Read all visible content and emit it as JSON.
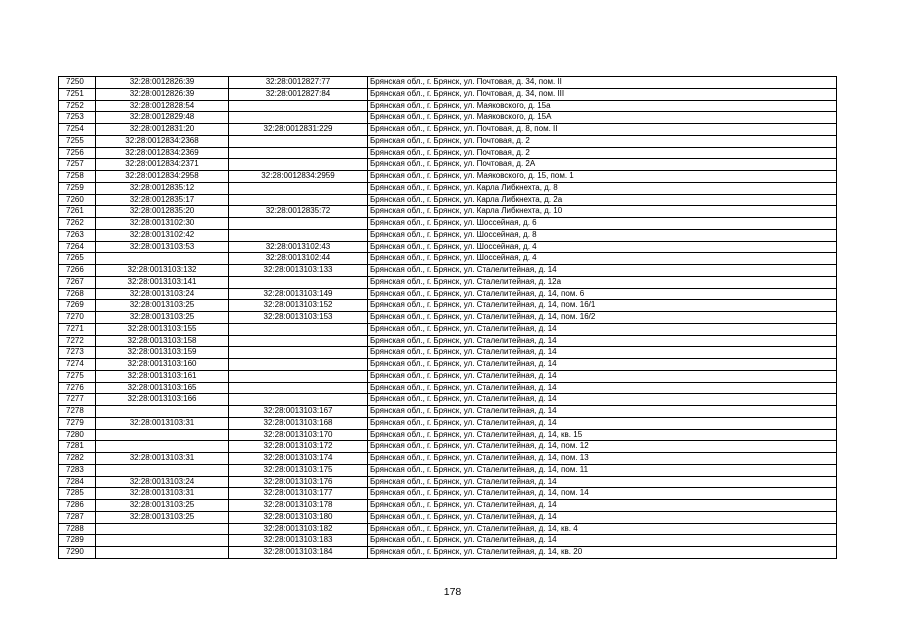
{
  "table": {
    "rows": [
      [
        "7250",
        "32:28:0012826:39",
        "32:28:0012827:77",
        "Брянская обл., г. Брянск, ул. Почтовая, д. 34, пом. II"
      ],
      [
        "7251",
        "32:28:0012826:39",
        "32:28:0012827:84",
        "Брянская обл., г. Брянск, ул. Почтовая, д. 34, пом. III"
      ],
      [
        "7252",
        "32:28:0012828:54",
        "",
        "Брянская обл., г. Брянск, ул. Маяковского, д. 15а"
      ],
      [
        "7253",
        "32:28:0012829:48",
        "",
        "Брянская обл., г. Брянск, ул. Маяковского, д. 15А"
      ],
      [
        "7254",
        "32:28:0012831:20",
        "32:28:0012831:229",
        "Брянская обл., г. Брянск, ул. Почтовая, д. 8, пом. II"
      ],
      [
        "7255",
        "32:28:0012834:2368",
        "",
        "Брянская обл., г. Брянск, ул. Почтовая, д. 2"
      ],
      [
        "7256",
        "32:28:0012834:2369",
        "",
        "Брянская обл., г. Брянск, ул. Почтовая, д. 2"
      ],
      [
        "7257",
        "32:28:0012834:2371",
        "",
        "Брянская обл., г. Брянск, ул. Почтовая, д. 2А"
      ],
      [
        "7258",
        "32:28:0012834:2958",
        "32:28:0012834:2959",
        "Брянская обл., г. Брянск, ул. Маяковского, д. 15, пом. 1"
      ],
      [
        "7259",
        "32:28:0012835:12",
        "",
        "Брянская обл., г. Брянск, ул. Карла Либкнехта, д. 8"
      ],
      [
        "7260",
        "32:28:0012835:17",
        "",
        "Брянская обл., г. Брянск, ул. Карла Либкнехта, д. 2а"
      ],
      [
        "7261",
        "32:28:0012835:20",
        "32:28:0012835:72",
        "Брянская обл., г. Брянск, ул. Карла Либкнехта, д. 10"
      ],
      [
        "7262",
        "32:28:0013102:30",
        "",
        "Брянская обл., г. Брянск, ул. Шоссейная, д. 6"
      ],
      [
        "7263",
        "32:28:0013102:42",
        "",
        "Брянская обл., г. Брянск, ул. Шоссейная, д. 8"
      ],
      [
        "7264",
        "32:28:0013103:53",
        "32:28:0013102:43",
        "Брянская обл., г. Брянск, ул. Шоссейная, д. 4"
      ],
      [
        "7265",
        "",
        "32:28:0013102:44",
        "Брянская обл., г. Брянск, ул. Шоссейная, д. 4"
      ],
      [
        "7266",
        "32:28:0013103:132",
        "32:28:0013103:133",
        "Брянская обл., г. Брянск, ул. Сталелитейная, д. 14"
      ],
      [
        "7267",
        "32:28:0013103:141",
        "",
        "Брянская обл., г. Брянск, ул. Сталелитейная, д. 12а"
      ],
      [
        "7268",
        "32:28:0013103:24",
        "32:28:0013103:149",
        "Брянская обл., г. Брянск, ул. Сталелитейная, д. 14, пом. 6"
      ],
      [
        "7269",
        "32:28:0013103:25",
        "32:28:0013103:152",
        "Брянская обл., г. Брянск, ул. Сталелитейная, д. 14, пом. 16/1"
      ],
      [
        "7270",
        "32:28:0013103:25",
        "32:28:0013103:153",
        "Брянская обл., г. Брянск, ул. Сталелитейная, д. 14, пом. 16/2"
      ],
      [
        "7271",
        "32:28:0013103:155",
        "",
        "Брянская обл., г. Брянск, ул. Сталелитейная, д. 14"
      ],
      [
        "7272",
        "32:28:0013103:158",
        "",
        "Брянская обл., г. Брянск, ул. Сталелитейная, д. 14"
      ],
      [
        "7273",
        "32:28:0013103:159",
        "",
        "Брянская обл., г. Брянск, ул. Сталелитейная, д. 14"
      ],
      [
        "7274",
        "32:28:0013103:160",
        "",
        "Брянская обл., г. Брянск, ул. Сталелитейная, д. 14"
      ],
      [
        "7275",
        "32:28:0013103:161",
        "",
        "Брянская обл., г. Брянск, ул. Сталелитейная, д. 14"
      ],
      [
        "7276",
        "32:28:0013103:165",
        "",
        "Брянская обл., г. Брянск, ул. Сталелитейная, д. 14"
      ],
      [
        "7277",
        "32:28:0013103:166",
        "",
        "Брянская обл., г. Брянск, ул. Сталелитейная, д. 14"
      ],
      [
        "7278",
        "",
        "32:28:0013103:167",
        "Брянская обл., г. Брянск, ул. Сталелитейная, д. 14"
      ],
      [
        "7279",
        "32:28:0013103:31",
        "32:28:0013103:168",
        "Брянская обл., г. Брянск, ул. Сталелитейная, д. 14"
      ],
      [
        "7280",
        "",
        "32:28:0013103:170",
        "Брянская обл., г. Брянск, ул. Сталелитейная, д. 14, кв. 15"
      ],
      [
        "7281",
        "",
        "32:28:0013103:172",
        "Брянская обл., г. Брянск, ул. Сталелитейная, д. 14, пом. 12"
      ],
      [
        "7282",
        "32:28:0013103:31",
        "32:28:0013103:174",
        "Брянская обл., г. Брянск, ул. Сталелитейная, д. 14, пом. 13"
      ],
      [
        "7283",
        "",
        "32:28:0013103:175",
        "Брянская обл., г. Брянск, ул. Сталелитейная, д. 14, пом. 11"
      ],
      [
        "7284",
        "32:28:0013103:24",
        "32:28:0013103:176",
        "Брянская обл., г. Брянск, ул. Сталелитейная, д. 14"
      ],
      [
        "7285",
        "32:28:0013103:31",
        "32:28:0013103:177",
        "Брянская обл., г. Брянск, ул. Сталелитейная, д. 14, пом. 14"
      ],
      [
        "7286",
        "32:28:0013103:25",
        "32:28:0013103:178",
        "Брянская обл., г. Брянск, ул. Сталелитейная, д. 14"
      ],
      [
        "7287",
        "32:28:0013103:25",
        "32:28:0013103:180",
        "Брянская обл., г. Брянск, ул. Сталелитейная, д. 14"
      ],
      [
        "7288",
        "",
        "32:28:0013103:182",
        "Брянская обл., г. Брянск, ул. Сталелитейная, д. 14, кв. 4"
      ],
      [
        "7289",
        "",
        "32:28:0013103:183",
        "Брянская обл., г. Брянск, ул. Сталелитейная, д. 14"
      ],
      [
        "7290",
        "",
        "32:28:0013103:184",
        "Брянская обл., г. Брянск, ул. Сталелитейная, д. 14, кв. 20"
      ]
    ]
  },
  "footer": {
    "page_number": "178"
  }
}
